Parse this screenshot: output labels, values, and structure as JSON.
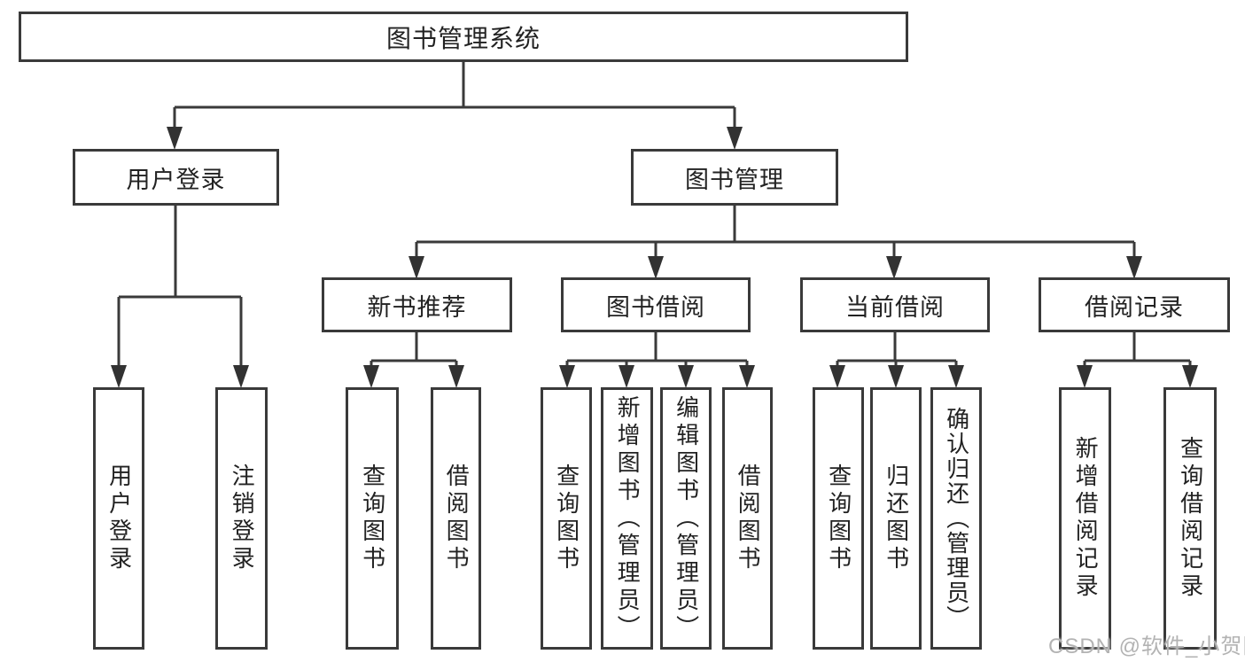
{
  "diagram": {
    "type": "tree-structure-chart",
    "colors": {
      "line": "#3a3a3a",
      "box_border": "#3a3a3a",
      "text": "#222222",
      "background": "#ffffff",
      "watermark": "#b3b3b3"
    },
    "watermark": "CSDN @软件_小贺同学",
    "tree": {
      "label": "图书管理系统",
      "children": [
        {
          "label": "用户登录",
          "children": [
            {
              "label": "用户登录"
            },
            {
              "label": "注销登录"
            }
          ]
        },
        {
          "label": "图书管理",
          "children": [
            {
              "label": "新书推荐",
              "children": [
                {
                  "label": "查询图书"
                },
                {
                  "label": "借阅图书"
                }
              ]
            },
            {
              "label": "图书借阅",
              "children": [
                {
                  "label": "查询图书"
                },
                {
                  "label": "新增图书（管理员）"
                },
                {
                  "label": "编辑图书（管理员）"
                },
                {
                  "label": "借阅图书"
                }
              ]
            },
            {
              "label": "当前借阅",
              "children": [
                {
                  "label": "查询图书"
                },
                {
                  "label": "归还图书"
                },
                {
                  "label": "确认归还（管理员）"
                }
              ]
            },
            {
              "label": "借阅记录",
              "children": [
                {
                  "label": "新增借阅记录"
                },
                {
                  "label": "查询借阅记录"
                }
              ]
            }
          ]
        }
      ]
    }
  }
}
